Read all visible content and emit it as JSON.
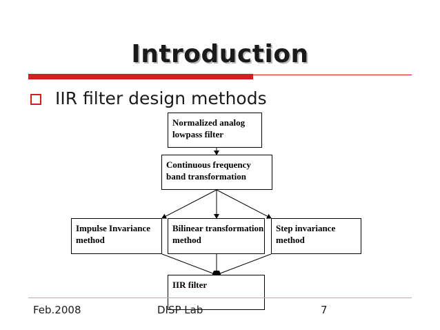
{
  "slide": {
    "title": "Introduction",
    "bullet": "IIR filter design methods"
  },
  "diagram": {
    "nodes": {
      "normalized": "Normalized analog lowpass filter",
      "continuous": "Continuous frequency band transformation",
      "impulse": "Impulse Invariance method",
      "bilinear": "Bilinear transformation method",
      "step": "Step invariance method",
      "iir": "IIR filter"
    }
  },
  "footer": {
    "date": "Feb.2008",
    "lab": "DISP Lab",
    "page": "7"
  },
  "colors": {
    "accent": "#cc2222",
    "text": "#1a1a1a"
  }
}
